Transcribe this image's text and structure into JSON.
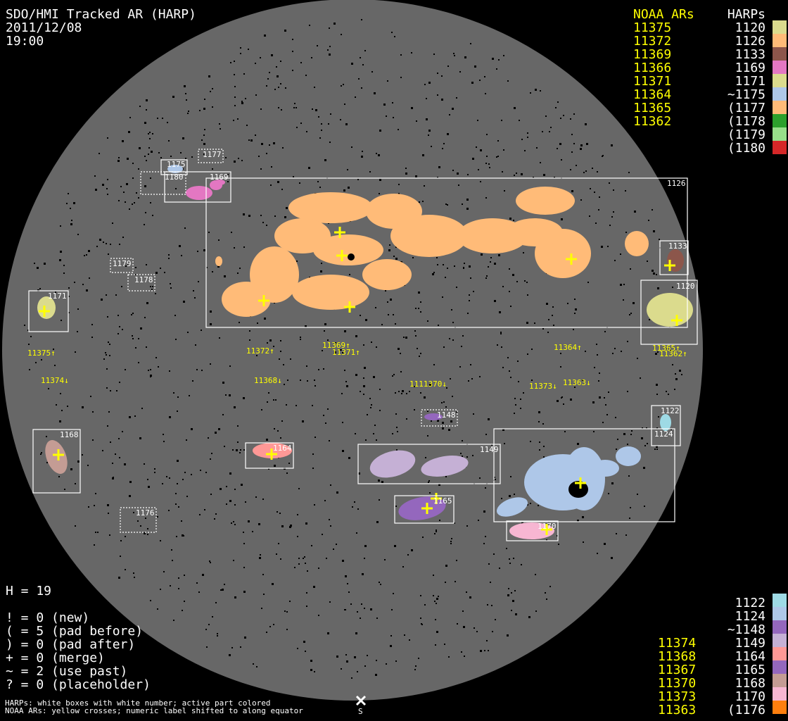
{
  "header": {
    "title": "SDO/HMI Tracked AR (HARP)",
    "date": "2011/12/08",
    "time": "19:00"
  },
  "legend_top": {
    "noaa_heading": "NOAA ARs",
    "harp_heading": "HARPs",
    "noaa": [
      "11375",
      "11372",
      "11369",
      "11366",
      "11371",
      "11364",
      "11365",
      "11362"
    ],
    "harps": [
      {
        "label": "1120",
        "color": "#dbdb8d"
      },
      {
        "label": "1126",
        "color": "#ffbb78"
      },
      {
        "label": "1133",
        "color": "#8c564b"
      },
      {
        "label": "1169",
        "color": "#e377c2"
      },
      {
        "label": "1171",
        "color": "#dbdb8d"
      },
      {
        "label": "~1175",
        "color": "#aec7e8"
      },
      {
        "label": "(1177",
        "color": "#ffbb78"
      },
      {
        "label": "(1178",
        "color": "#2ca02c"
      },
      {
        "label": "(1179",
        "color": "#98df8a"
      },
      {
        "label": "(1180",
        "color": "#d62728"
      }
    ]
  },
  "legend_bottom": {
    "noaa": [
      "",
      "",
      "",
      "11374",
      "11368",
      "11367",
      "11370",
      "11373",
      "11363"
    ],
    "harps": [
      {
        "label": "1122",
        "color": "#9edae5"
      },
      {
        "label": "1124",
        "color": "#aec7e8"
      },
      {
        "label": "~1148",
        "color": "#9467bd"
      },
      {
        "label": "1149",
        "color": "#c5b0d5"
      },
      {
        "label": "1164",
        "color": "#ff9896"
      },
      {
        "label": "1165",
        "color": "#9467bd"
      },
      {
        "label": "1168",
        "color": "#c49c94"
      },
      {
        "label": "1170",
        "color": "#f7b6d2"
      },
      {
        "label": "(1176",
        "color": "#ff7f0e"
      }
    ]
  },
  "stats": {
    "h": "H = 19",
    "lines": [
      "! = 0 (new)",
      "( = 5 (pad before)",
      ") = 0 (pad after)",
      "+ = 0 (merge)",
      "~ = 2 (use past)",
      "? = 0 (placeholder)"
    ]
  },
  "footer": {
    "line1": "HARPs: white boxes with white number; active part colored",
    "line2": "NOAA ARs: yellow crosses; numeric label shifted to along equator",
    "south_marker": "S"
  },
  "harp_boxes": {
    "b1126": "1126",
    "b1133": "1133",
    "b1120": "1120",
    "b1171": "1171",
    "b1169": "1169",
    "b1175": "1175",
    "b1180": "1180",
    "b1177": "1177",
    "b1179": "1179",
    "b1178": "1178",
    "b1176": "1176",
    "b1168": "1168",
    "b1164": "1164",
    "b1149": "1149",
    "b1148": "1148",
    "b1165": "1165",
    "b1124": "1124",
    "b1122": "1122",
    "b1170": "1170"
  },
  "equator_labels": {
    "l11375": "11375↑",
    "l11374": "11374↓",
    "l11372": "11372↑",
    "l11368": "11368↓",
    "l11369": "11369↑",
    "l11371": "11371↑",
    "l11370": "1111370↓",
    "l11364": "11364↑",
    "l11373": "11373↓",
    "l11363": "11363↓",
    "l11365": "11365↑",
    "l11362": "11362↑"
  },
  "colors": {
    "disk": "#676767",
    "cross": "#ffff00",
    "harp_box": "#ffffff"
  }
}
